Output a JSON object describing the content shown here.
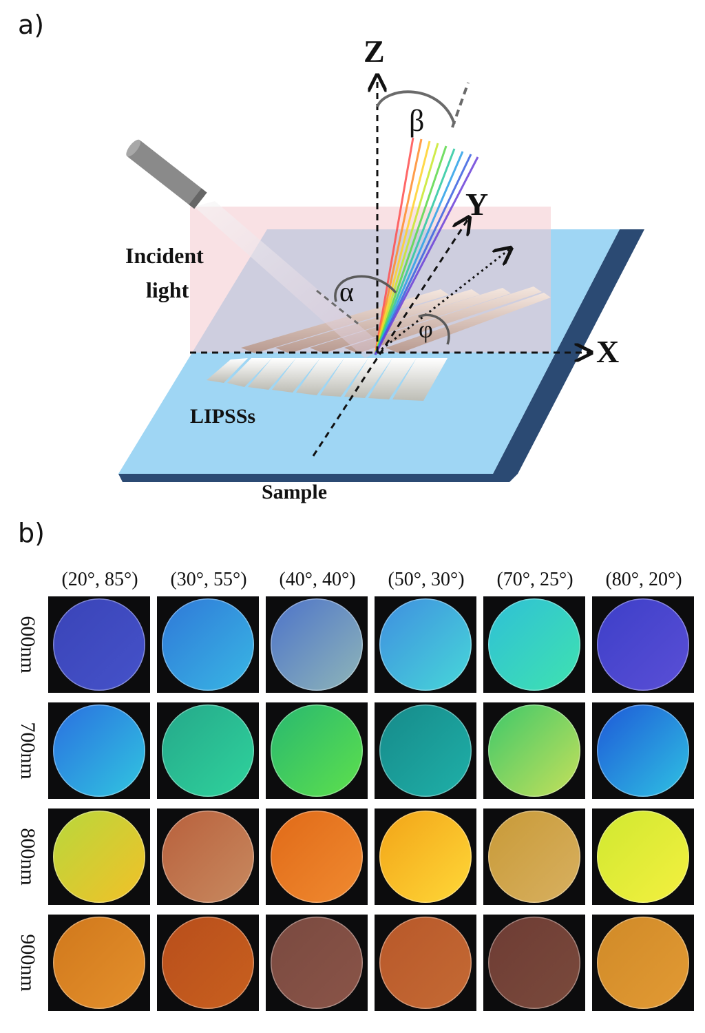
{
  "panel_a": {
    "label": "a)",
    "axes": {
      "z": "Z",
      "y": "Y",
      "x": "X"
    },
    "angles": {
      "alpha": "α",
      "beta": "β",
      "phi": "φ"
    },
    "incident_line1": "Incident",
    "incident_line2": "light",
    "lipss_label": "LIPSSs",
    "sample_label": "Sample",
    "colors": {
      "sample": "#9fd6f4",
      "sample_edge": "#2b4a73",
      "plane": "#f4c9cd",
      "ridge": "#e8d2c7"
    }
  },
  "panel_b": {
    "label": "b)",
    "columns": [
      "(20°, 85°)",
      "(30°, 55°)",
      "(40°, 40°)",
      "(50°, 30°)",
      "(70°, 25°)",
      "(80°, 20°)"
    ],
    "rows": [
      {
        "label": "600nm",
        "colors": [
          [
            "#3a44b8",
            "#4552c9"
          ],
          [
            "#2f78d8",
            "#39b7e4"
          ],
          [
            "#4d73c9",
            "#8fb6b8"
          ],
          [
            "#3f8ee0",
            "#47d8d8"
          ],
          [
            "#2fc0d6",
            "#3fe2b0"
          ],
          [
            "#3d3fc8",
            "#5a4fd6"
          ]
        ]
      },
      {
        "label": "700nm",
        "colors": [
          [
            "#2a6fe0",
            "#31c6e0"
          ],
          [
            "#25a88a",
            "#2fd39c"
          ],
          [
            "#28b870",
            "#5ee04c"
          ],
          [
            "#168a8a",
            "#1fb0a8"
          ],
          [
            "#3ec86a",
            "#c6e05a"
          ],
          [
            "#1e58d8",
            "#2fc2e2"
          ]
        ]
      },
      {
        "label": "800nm",
        "colors": [
          [
            "#b8d83c",
            "#f2c028"
          ],
          [
            "#b8603c",
            "#c88a60"
          ],
          [
            "#e06a18",
            "#f08a30"
          ],
          [
            "#f2a418",
            "#ffd838"
          ],
          [
            "#c89a38",
            "#d8b060"
          ],
          [
            "#d0e830",
            "#f4f040"
          ]
        ]
      },
      {
        "label": "900nm",
        "colors": [
          [
            "#d0781c",
            "#e4902c"
          ],
          [
            "#b84e1c",
            "#c8601e"
          ],
          [
            "#7a4a40",
            "#8a5448"
          ],
          [
            "#b8582a",
            "#c46a34"
          ],
          [
            "#6e3c34",
            "#7a4a3c"
          ],
          [
            "#d08a28",
            "#e29a34"
          ]
        ]
      }
    ]
  }
}
